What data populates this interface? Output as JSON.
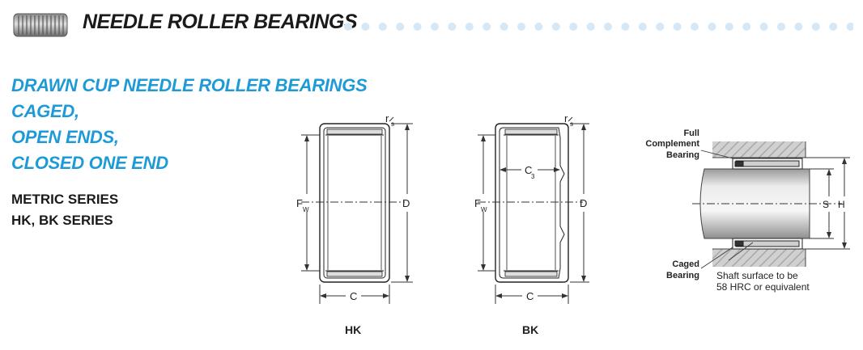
{
  "header": {
    "title": "NEEDLE ROLLER BEARINGS",
    "icon": "bearing-icon",
    "dot_color": "#d6e7f5"
  },
  "section": {
    "title_lines": [
      "DRAWN CUP NEEDLE ROLLER BEARINGS",
      "CAGED,",
      "OPEN ENDS,",
      "CLOSED ONE END"
    ],
    "title_color": "#1e9ad6",
    "series_lines": [
      "METRIC SERIES",
      "HK, BK SERIES"
    ]
  },
  "diagrams": {
    "hk": {
      "caption": "HK",
      "r_label": "r",
      "r_sub": "s",
      "f_label": "F",
      "f_sub": "W",
      "d_label": "D",
      "c_label": "C"
    },
    "bk": {
      "caption": "BK",
      "r_label": "r",
      "r_sub": "s",
      "f_label": "F",
      "f_sub": "W",
      "d_label": "D",
      "c_label": "C",
      "c3_label": "C",
      "c3_sub": "3"
    },
    "install": {
      "full_complement": [
        "Full",
        "Complement",
        "Bearing"
      ],
      "caged": [
        "Caged",
        "Bearing"
      ],
      "s_label": "S",
      "h_label": "H",
      "note": [
        "Shaft surface to be",
        "58 HRC or equivalent"
      ]
    }
  }
}
